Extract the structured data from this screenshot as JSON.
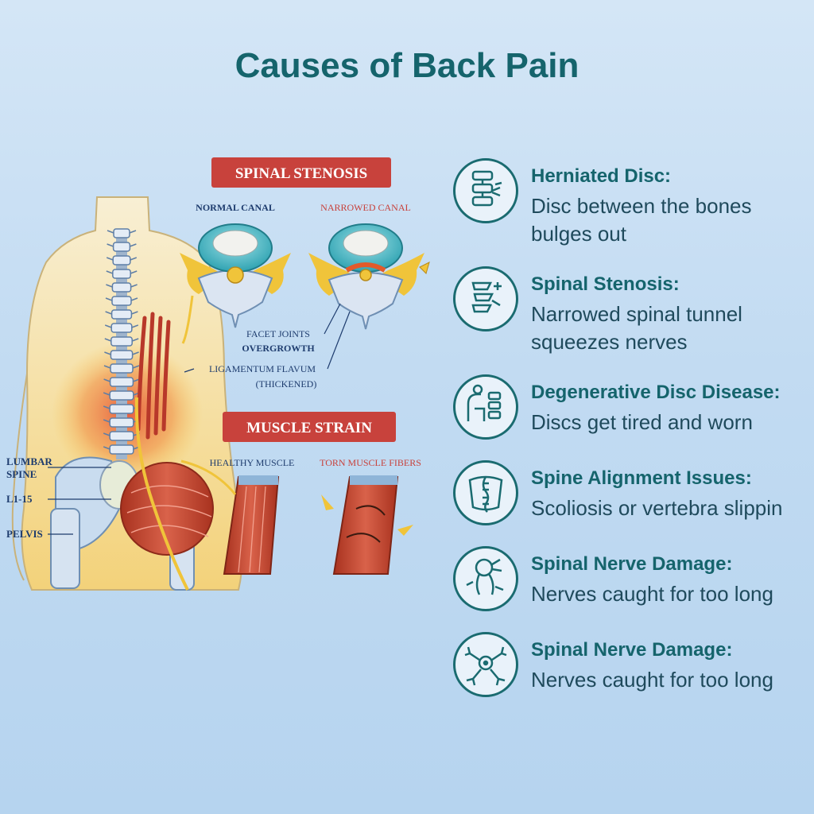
{
  "page": {
    "title": "Causes of Back Pain"
  },
  "illustration": {
    "stenosis_banner": "SPINAL STENOSIS",
    "normal_canal": "NORMAL CANAL",
    "narrowed_canal": "NARROWED CANAL",
    "facet_joints": "FACET JOINTS",
    "overgrowth": "OVERGROWTH",
    "ligamentum": "LIGAMENTUM FLAVUM",
    "thickened": "(THICKENED)",
    "muscle_banner": "MUSCLE STRAIN",
    "healthy_muscle": "HEALTHY MUSCLE",
    "torn_muscle": "TORN MUSCLE FIBERS",
    "lumbar": "LUMBAR",
    "spine": "SPINE",
    "l1": "L1-15",
    "pelvis": "PELVIS"
  },
  "causes": [
    {
      "title": "Herniated Disc:",
      "desc": "Disc between the bones bulges out",
      "icon": "herniated-disc-icon"
    },
    {
      "title": "Spinal Stenosis:",
      "desc": "Narrowed spinal tunnel squeezes nerves",
      "icon": "spinal-stenosis-icon"
    },
    {
      "title": "Degenerative Disc Disease:",
      "desc": "Discs get tired and worn",
      "icon": "degenerative-disc-icon"
    },
    {
      "title": "Spine Alignment Issues:",
      "desc": "Scoliosis or vertebra slippin",
      "icon": "spine-alignment-icon"
    },
    {
      "title": "Spinal Nerve Damage:",
      "desc": "Nerves caught for too long",
      "icon": "nerve-damage-icon"
    },
    {
      "title": "Spinal Nerve Damage:",
      "desc": "Nerves caught for too long",
      "icon": "nerve-cell-icon"
    }
  ],
  "colors": {
    "title": "#15646c",
    "banner": "#c8423c",
    "icon_ring": "#1a6b70",
    "muscle": "#c84a32",
    "bone": "#dfe8f3",
    "disc": "#3bb8c4"
  }
}
